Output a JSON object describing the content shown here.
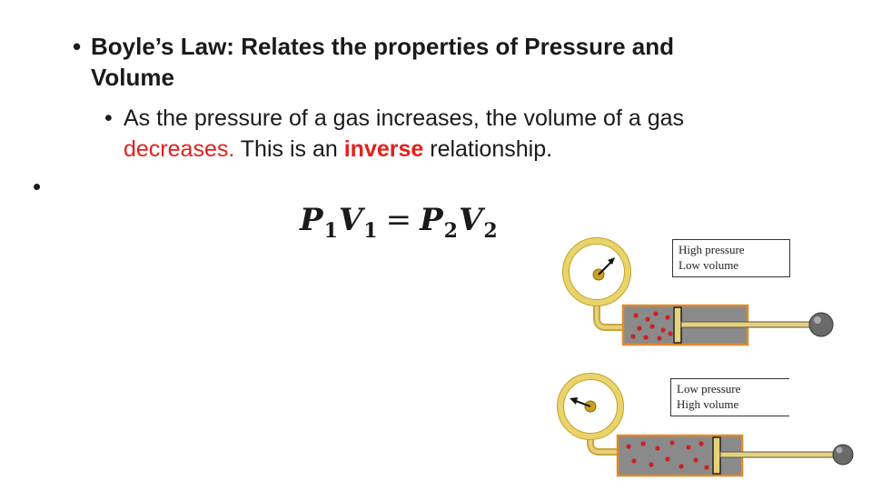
{
  "slide": {
    "bullet1": {
      "marker": "•",
      "text": "Boyle’s Law: Relates the properties of Pressure and Volume"
    },
    "bullet2": {
      "marker": "•",
      "part1": "As the pressure of a gas increases, the volume of a gas ",
      "part2_red": "decreases.",
      "part3": " This is an ",
      "part4_red_bold": "inverse",
      "part5": " relationship."
    },
    "empty_bullet": "•",
    "equation": {
      "lhs1": "P",
      "lhs1_sub": "1",
      "lhs2": "V",
      "lhs2_sub": "1",
      "equals": "=",
      "rhs1": "P",
      "rhs1_sub": "2",
      "rhs2": "V",
      "rhs2_sub": "2"
    }
  },
  "diagram": {
    "top_label": {
      "line1": "High pressure",
      "line2": "Low volume"
    },
    "bottom_label": {
      "line1": "Low pressure",
      "line2": "High volume"
    },
    "colors": {
      "gauge_ring": "#f2e27a",
      "gauge_ring_border": "#c8a020",
      "tube": "#d9b84a",
      "cylinder_fill": "#8a8a8a",
      "cylinder_border": "#e08a2a",
      "molecule": "#cc2222",
      "piston_plate": "#e6d27a",
      "handle_knob": "#555555"
    }
  }
}
